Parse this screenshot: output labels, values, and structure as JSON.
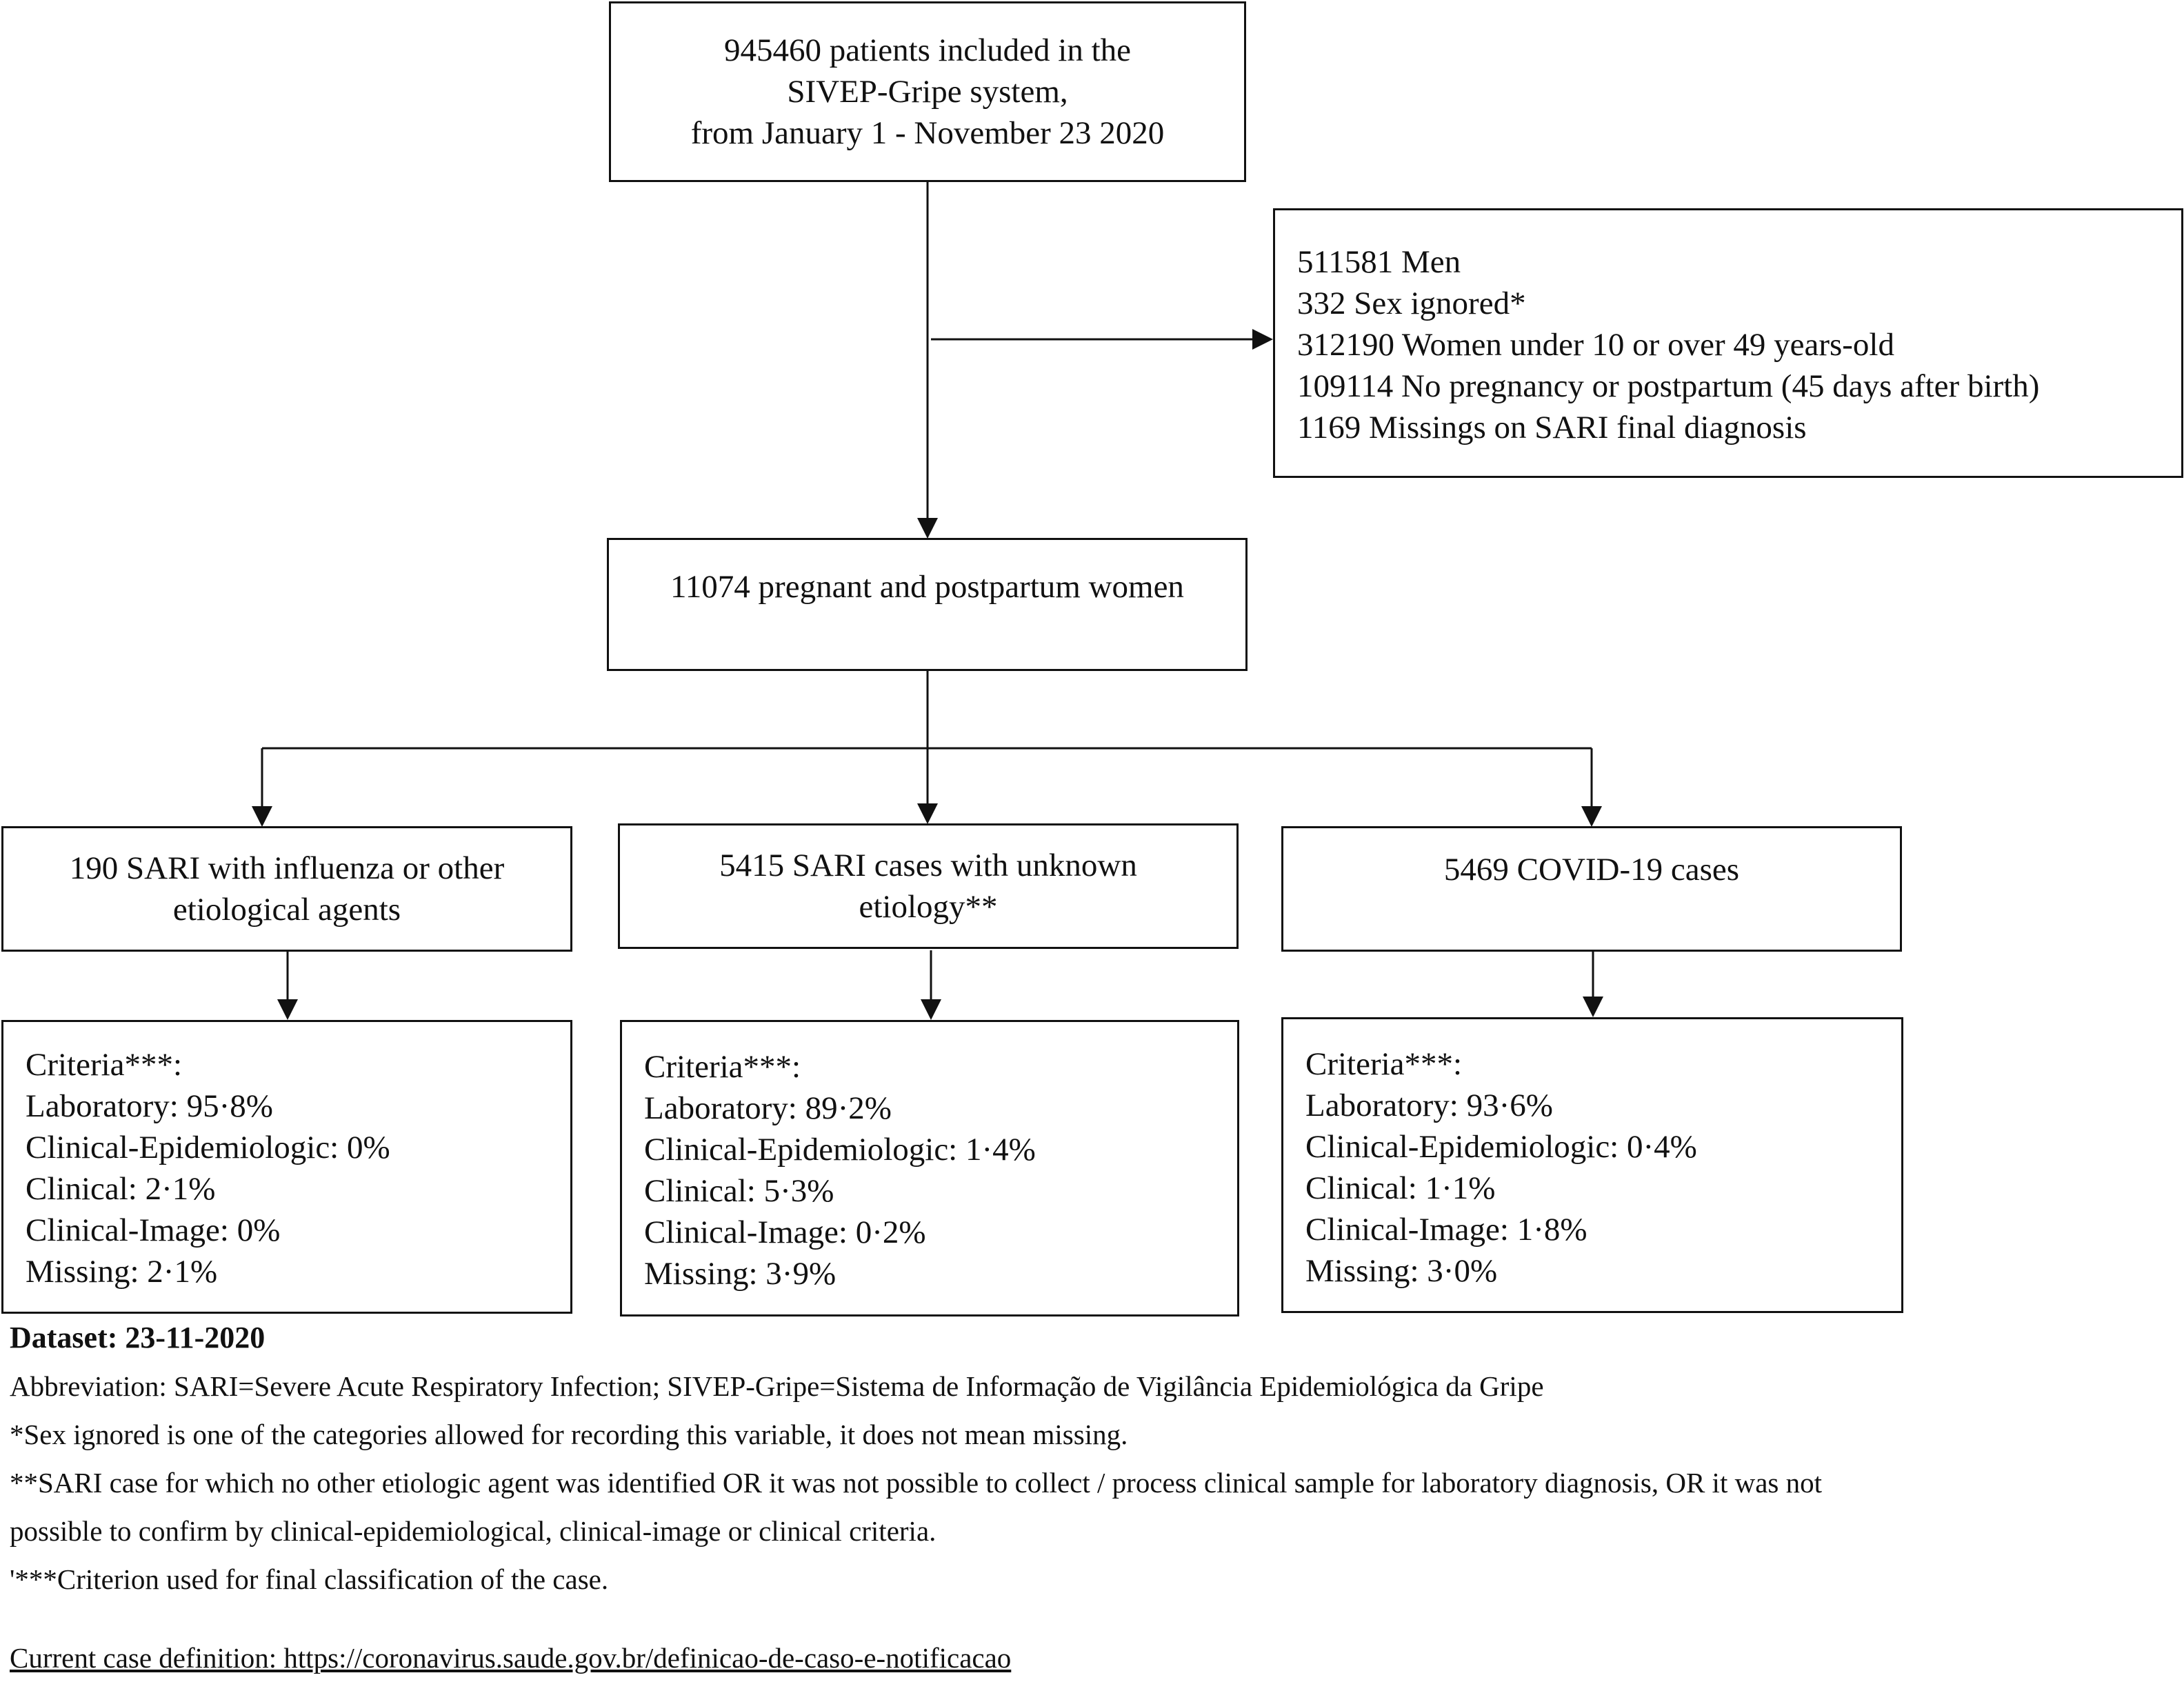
{
  "nodes": {
    "source": {
      "lines": [
        "945460 patients included in the",
        "SIVEP-Gripe system,",
        "from January 1 - November 23 2020"
      ]
    },
    "exclusions": {
      "lines": [
        "511581 Men",
        "332 Sex ignored*",
        "312190 Women under 10 or over 49 years-old",
        "109114 No pregnancy or postpartum (45 days after birth)",
        "1169 Missings on SARI final diagnosis"
      ]
    },
    "cohort": {
      "lines": [
        "11074 pregnant and postpartum women"
      ]
    },
    "influenza": {
      "lines": [
        "190 SARI with influenza or other",
        "etiological agents"
      ]
    },
    "unknown": {
      "lines": [
        "5415 SARI cases with unknown",
        "etiology**"
      ]
    },
    "covid": {
      "lines": [
        "5469 COVID-19 cases"
      ]
    },
    "criteria_influenza": {
      "lines": [
        "Criteria***:",
        "Laboratory: 95·8%",
        "Clinical-Epidemiologic: 0%",
        "Clinical: 2·1%",
        "Clinical-Image: 0%",
        "Missing: 2·1%"
      ]
    },
    "criteria_unknown": {
      "lines": [
        "Criteria***:",
        "Laboratory: 89·2%",
        "Clinical-Epidemiologic: 1·4%",
        "Clinical: 5·3%",
        "Clinical-Image: 0·2%",
        "Missing: 3·9%"
      ]
    },
    "criteria_covid": {
      "lines": [
        "Criteria***:",
        "Laboratory: 93·6%",
        "Clinical-Epidemiologic: 0·4%",
        "Clinical: 1·1%",
        "Clinical-Image: 1·8%",
        "Missing: 3·0%"
      ]
    }
  },
  "notes": {
    "dataset": "Dataset: 23-11-2020",
    "abbreviation": "Abbreviation: SARI=Severe Acute Respiratory Infection;  SIVEP-Gripe=Sistema de Informação de Vigilância Epidemiológica da Gripe",
    "note1": "*Sex ignored is one of the categories allowed for recording this variable, it does not mean missing.",
    "note2a": "**SARI case for which no other etiologic agent was identified OR it was not possible to collect / process clinical sample for laboratory diagnosis, OR it was not",
    "note2b": "possible to confirm by clinical-epidemiological, clinical-image or clinical criteria.",
    "note3": "'***Criterion used for final classification of the case.",
    "link": "Current case definition: https://coronavirus.saude.gov.br/definicao-de-caso-e-notificacao"
  }
}
